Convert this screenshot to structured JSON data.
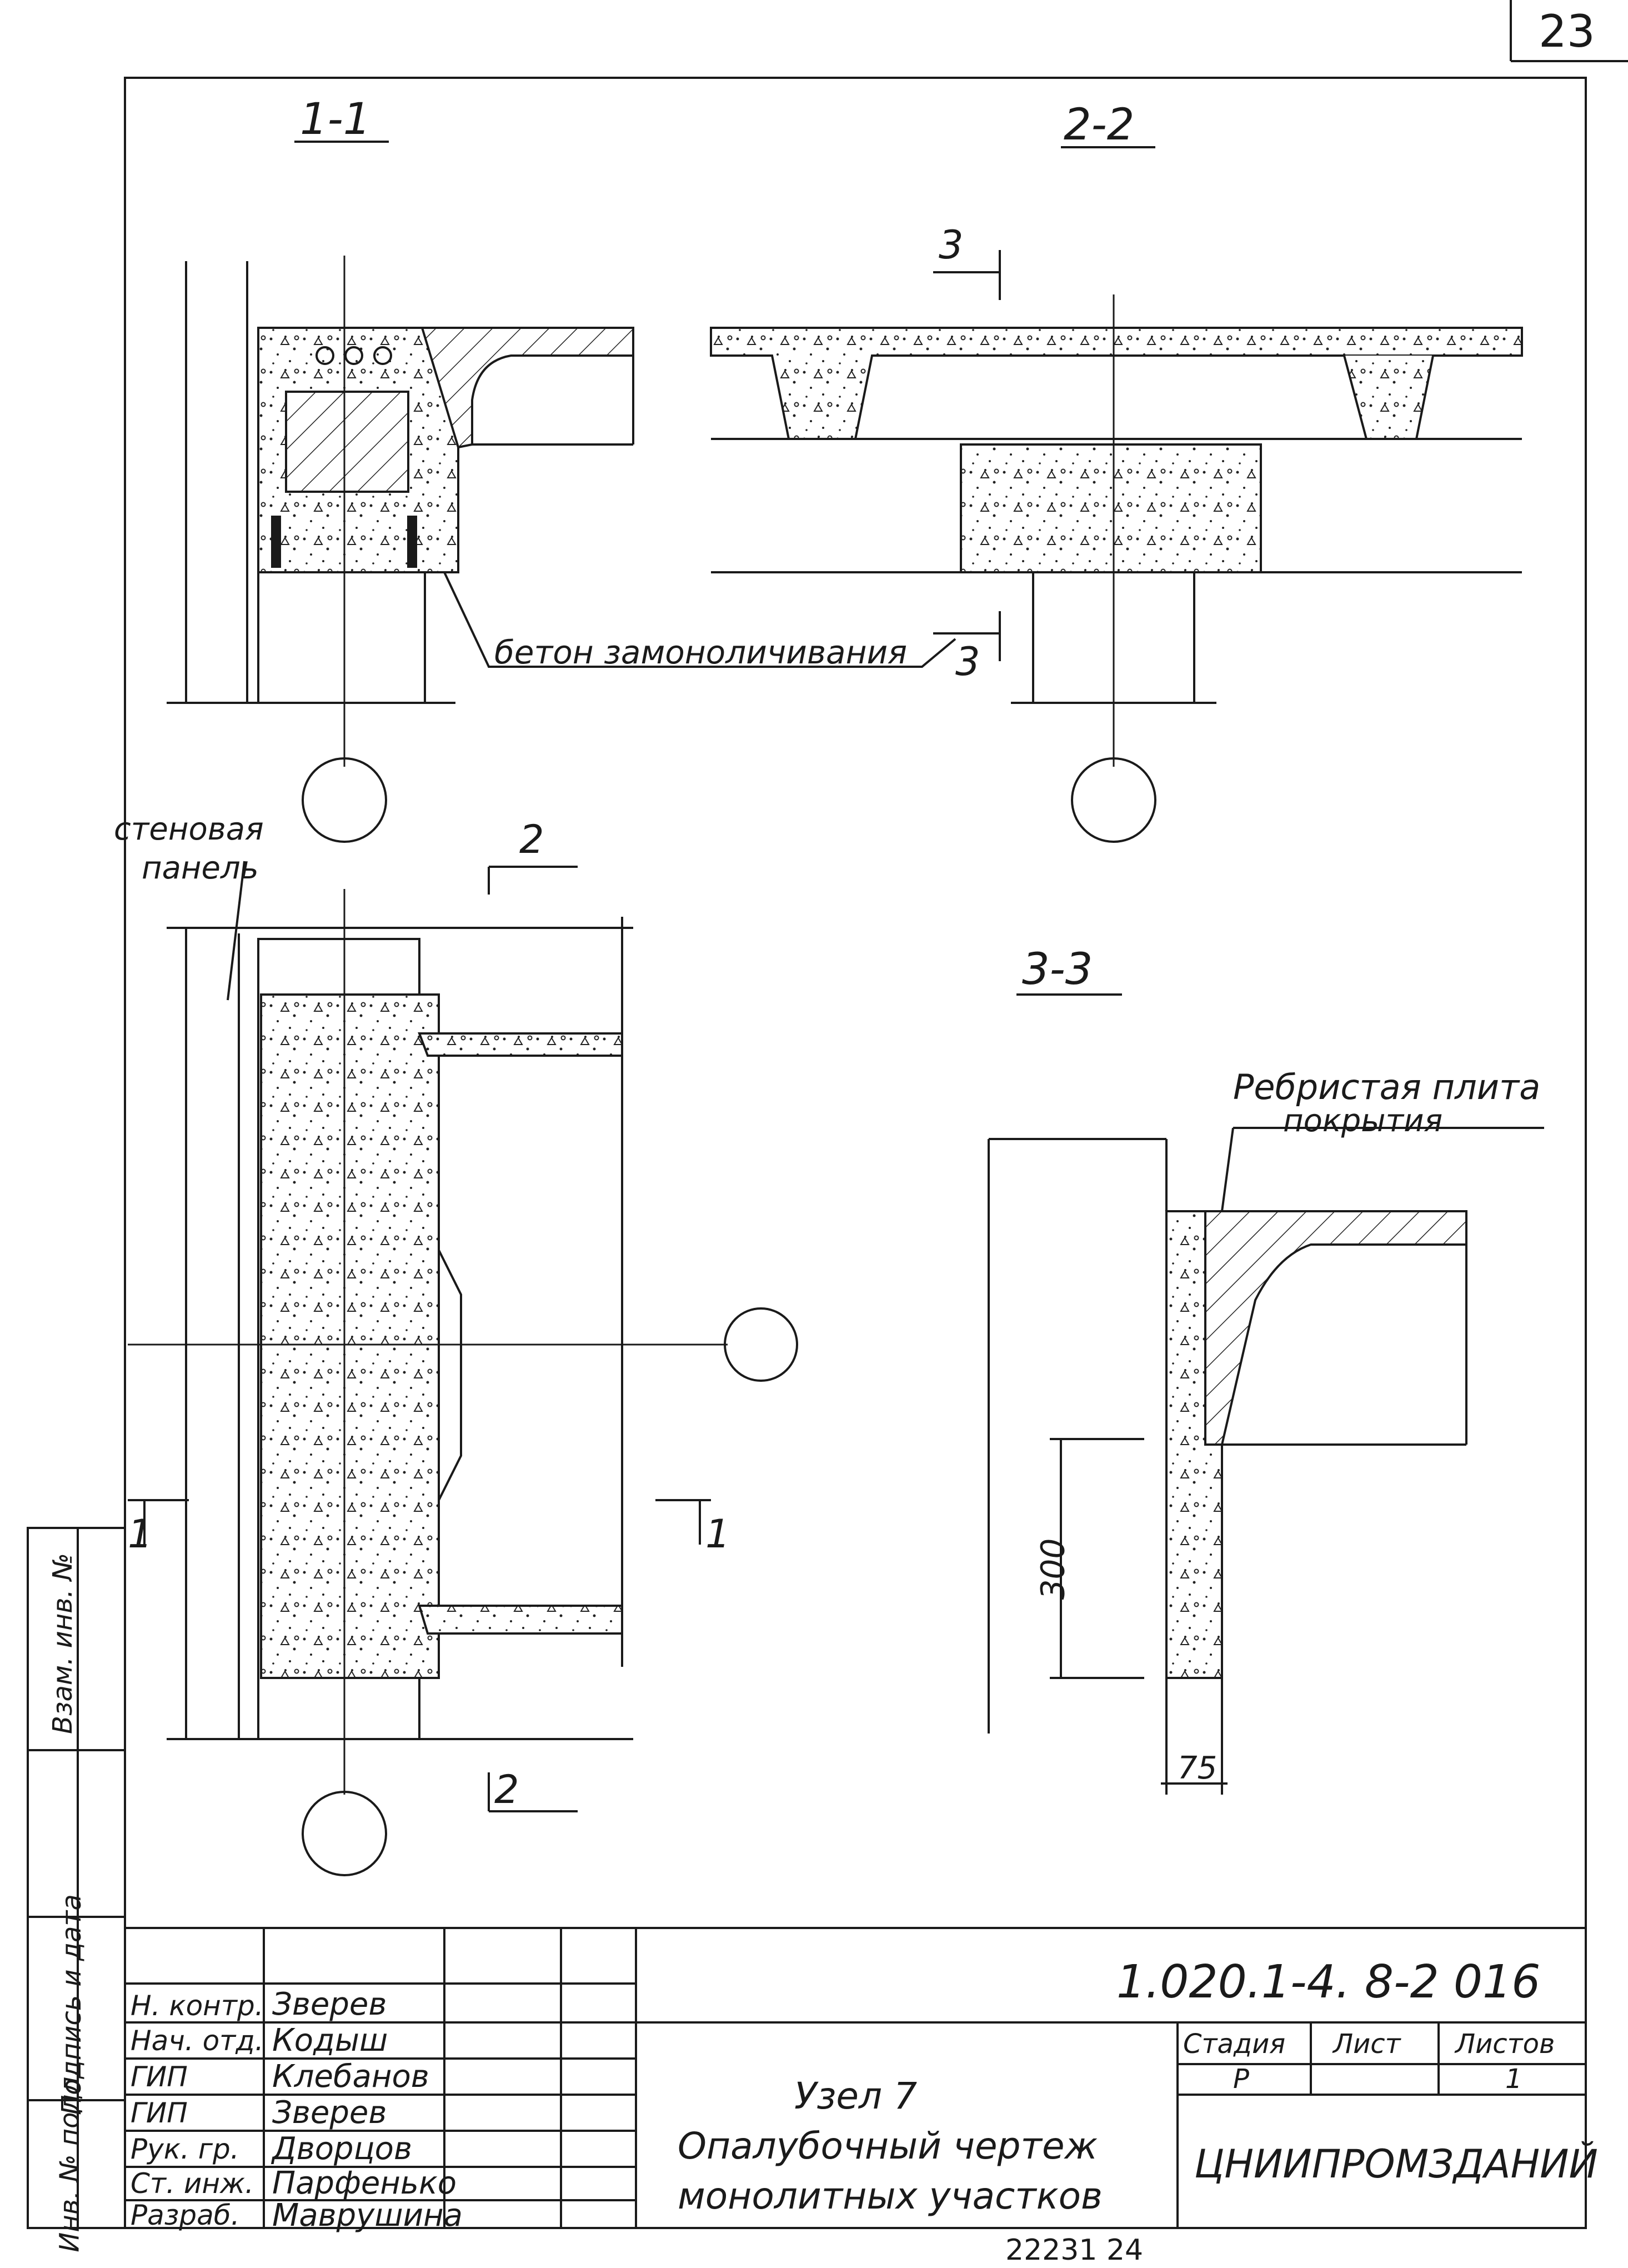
{
  "page_number": "23",
  "sections": {
    "s11": "1-1",
    "s22": "2-2",
    "s33": "3-3"
  },
  "cut_marks": {
    "top_3": "3",
    "mid_3": "3",
    "top_2": "2",
    "bottom_2": "2",
    "left_1": "1",
    "right_1": "1"
  },
  "labels": {
    "concrete": "бетон замоноличивания",
    "wall_panel_line1": "стеновая",
    "wall_panel_line2": "панель",
    "ribbed_slab_line1": "Ребристая плита",
    "ribbed_slab_line2": "покрытия"
  },
  "dimensions": {
    "d300": "300",
    "d75": "75"
  },
  "side_stamp": {
    "col1": "Инв. № подл.",
    "col2": "Подпись и дата",
    "col3": "Взам. инв. №"
  },
  "title_block": {
    "doc_code": "1.020.1-4. 8-2 016",
    "rows": [
      {
        "role": "Н. контр.",
        "name": "Зверев"
      },
      {
        "role": "Нач. отд.",
        "name": "Кодыш"
      },
      {
        "role": "ГИП",
        "name": "Клебанов"
      },
      {
        "role": "ГИП",
        "name": "Зверев"
      },
      {
        "role": "Рук. гр.",
        "name": "Дворцов"
      },
      {
        "role": "Ст. инж.",
        "name": "Парфенько"
      },
      {
        "role": "Разраб.",
        "name": "Маврушина"
      }
    ],
    "title_line1": "Узел 7",
    "title_line2": "Опалубочный чертеж",
    "title_line3": "монолитных участков",
    "stage_header": "Стадия",
    "sheet_header": "Лист",
    "sheets_header": "Листов",
    "stage_value": "Р",
    "sheets_value": "1",
    "organization": "ЦНИИПРОМЗДАНИЙ"
  },
  "bottom_number": "22231 24"
}
